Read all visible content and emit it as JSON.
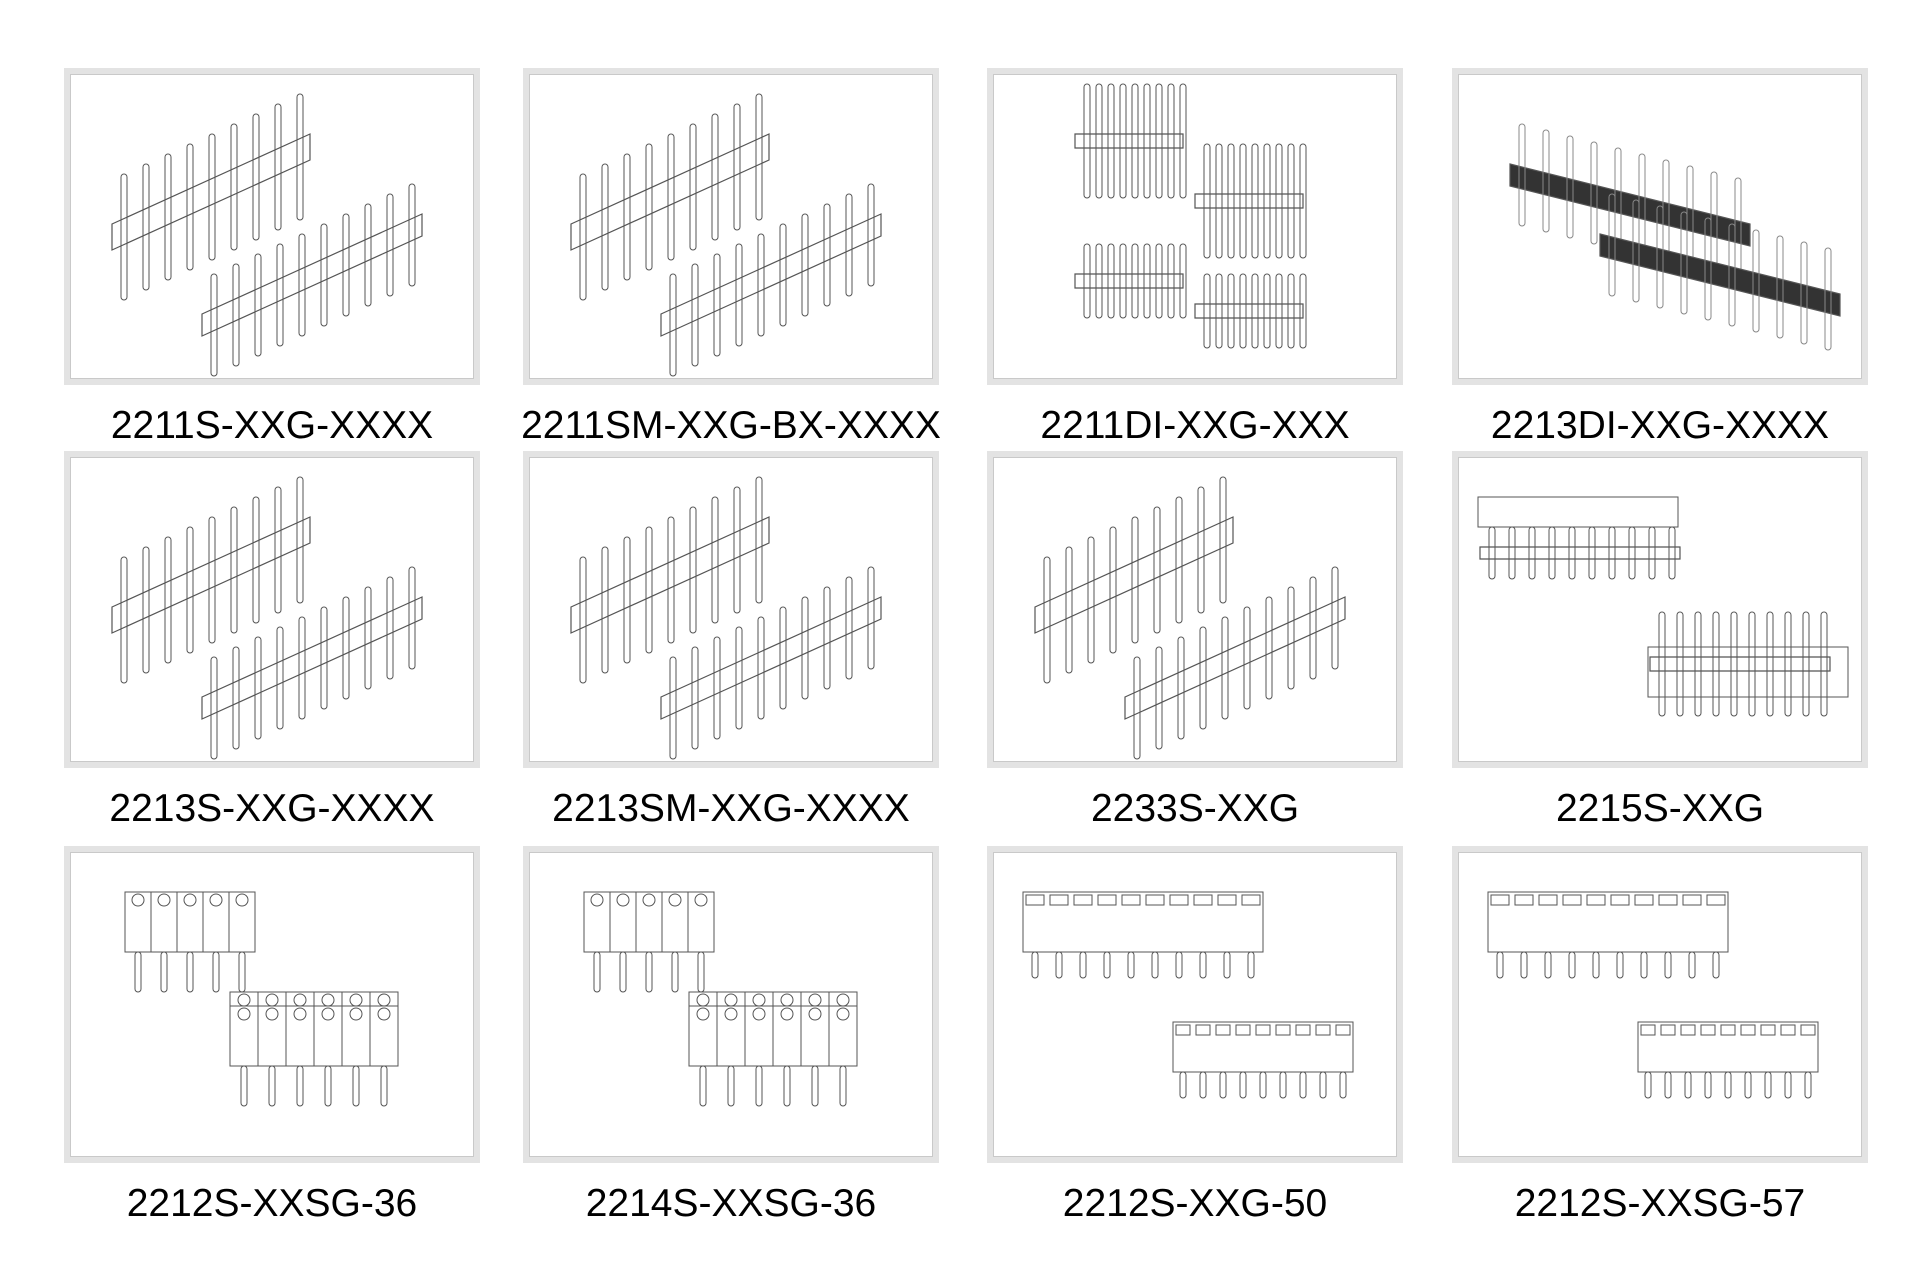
{
  "products": [
    {
      "label": "2211S-XXG-XXXX",
      "kind": "single-straight-right"
    },
    {
      "label": "2211SM-XXG-BX-XXXX",
      "kind": "single-smt"
    },
    {
      "label": "2211DI-XXG-XXX",
      "kind": "dual-insulator"
    },
    {
      "label": "2213DI-XXG-XXXX",
      "kind": "dark-dual"
    },
    {
      "label": "2213S-XXG-XXXX",
      "kind": "double-straight-right"
    },
    {
      "label": "2213SM-XXG-XXXX",
      "kind": "double-smt"
    },
    {
      "label": "2233S-XXG",
      "kind": "triple-row"
    },
    {
      "label": "2215S-XXG",
      "kind": "box"
    },
    {
      "label": "2212S-XXSG-36",
      "kind": "round-socket"
    },
    {
      "label": "2214S-XXSG-36",
      "kind": "round-socket"
    },
    {
      "label": "2212S-XXG-50",
      "kind": "female"
    },
    {
      "label": "2212S-XXSG-57",
      "kind": "female"
    }
  ]
}
